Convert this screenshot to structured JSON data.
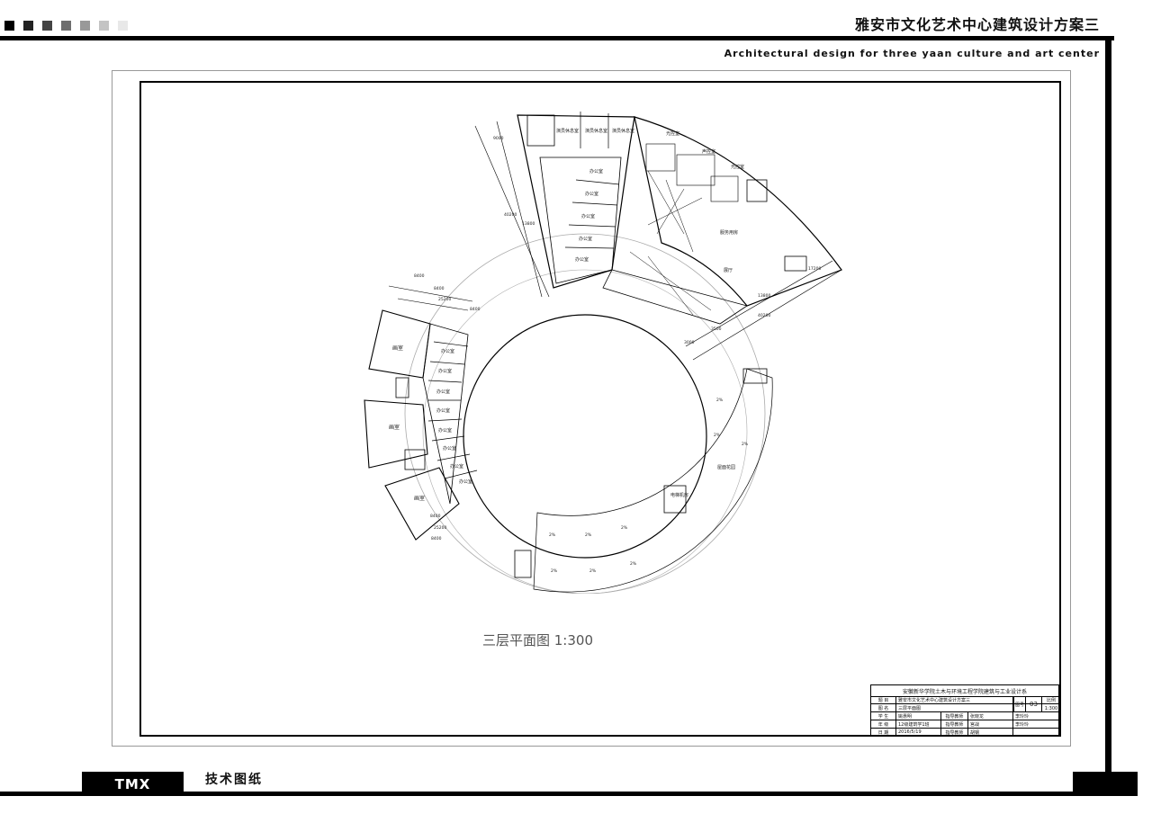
{
  "header": {
    "title_cn": "雅安市文化艺术中心建筑设计方案三",
    "title_en": "Architectural design for three yaan culture and art center",
    "swatch_colors": [
      "#000000",
      "#222222",
      "#444444",
      "#6e6e6e",
      "#999999",
      "#c4c4c4",
      "#e8e8e8"
    ]
  },
  "footer": {
    "brand": "TMX",
    "label": "技术图纸"
  },
  "drawing": {
    "caption": "三层平面图 1:300",
    "rooms": {
      "studio": "画室",
      "office": "办公室",
      "rest": "演员休息室",
      "light": "光控室",
      "sound": "声控室",
      "hall": "展厅",
      "service": "服务用房",
      "garden": "屋面花园",
      "machine": "电梯机房"
    },
    "dims": {
      "d8400": "8400",
      "d25200": "25200",
      "d9000": "9000",
      "d40200": "40200",
      "d13800": "13800",
      "d17200": "17200",
      "d3000": "3000",
      "d3500": "3500"
    },
    "slope": "2%"
  },
  "title_block": {
    "school": "安徽新华学院土木与环境工程学院建筑与工业设计系",
    "labels": {
      "topic": "题 目",
      "drawing_name": "图 名",
      "student": "学 生",
      "grade": "年 级",
      "date": "日 期",
      "sheet_no": "图号",
      "scale": "比例",
      "advisor": "指导教师",
      "teacher1": "指导教师",
      "teacher2": "指导教师"
    },
    "values": {
      "topic": "雅安市文化艺术中心建筑设计方案三",
      "drawing_name": "三层平面图",
      "student": "姚惠明",
      "grade": "12级建筑学1班",
      "date": "2016/5/19",
      "sheet_no": "03",
      "scale": "1:300",
      "advisor": "张晓龙",
      "teacher1": "宫战",
      "teacher2": "胡钢",
      "reviewer1": "李玲玲",
      "reviewer2": "李玲玲"
    }
  }
}
